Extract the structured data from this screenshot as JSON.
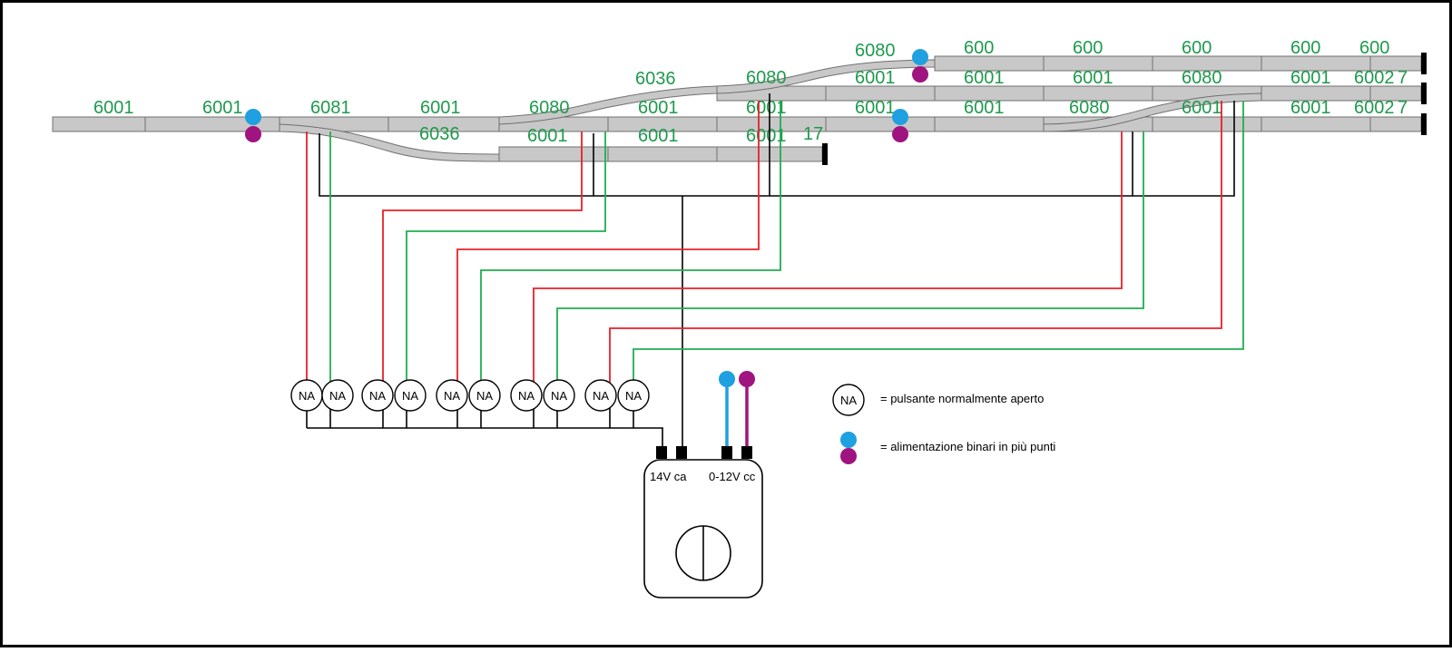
{
  "colors": {
    "track_fill": "#c8c8c8",
    "track_stroke": "#707070",
    "label_green": "#1f9a4e",
    "wire_red": "#e8202a",
    "wire_green": "#1fae4f",
    "feed_blue": "#1fa0e0",
    "feed_purple": "#a0147f"
  },
  "track_labels": [
    "6001",
    "6001",
    "6081",
    "6001",
    "6080",
    "6036",
    "6080",
    "6036",
    "6001",
    "6001",
    "6001",
    "6001",
    "6001",
    "17",
    "6080",
    "600",
    "600",
    "600",
    "600",
    "600",
    "6001",
    "6001",
    "6001",
    "6001",
    "6002",
    "7",
    "6001",
    "6001",
    "6080",
    "6080",
    "6001",
    "6001",
    "6002",
    "7"
  ],
  "buttons": [
    "NA",
    "NA",
    "NA",
    "NA",
    "NA",
    "NA",
    "NA",
    "NA",
    "NA",
    "NA"
  ],
  "power_supply": {
    "ac_label": "14V ca",
    "dc_label": "0-12V cc"
  },
  "legend": {
    "button_symbol": "NA",
    "button_text": "= pulsante normalmente aperto",
    "feed_text": "= alimentazione binari in più punti"
  }
}
